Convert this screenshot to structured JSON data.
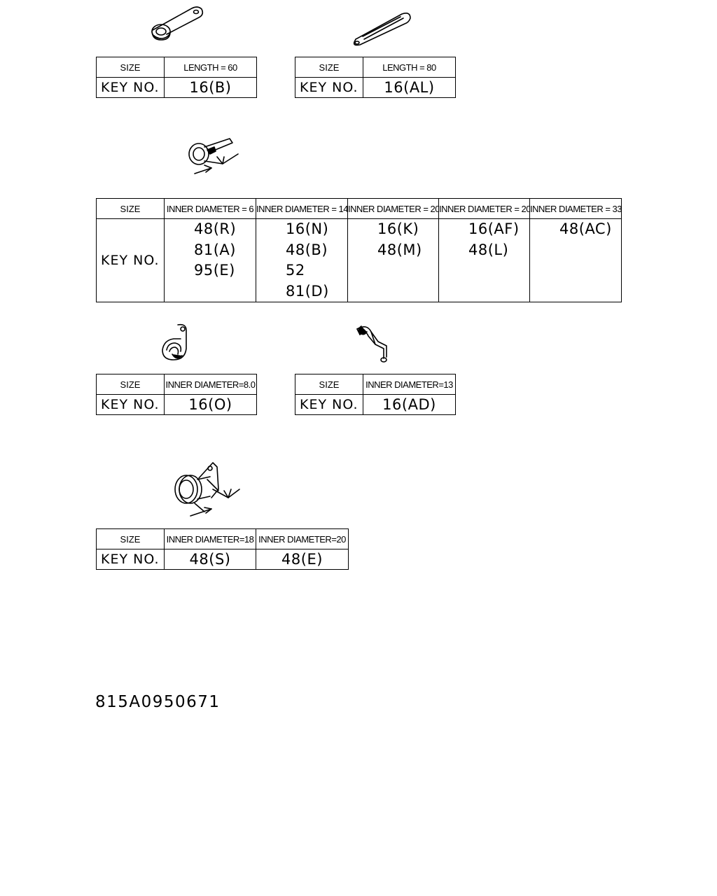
{
  "groups": [
    {
      "tables": [
        {
          "size_label": "SIZE",
          "key_label": "KEY NO.",
          "sizes": [
            "LENGTH = 60"
          ],
          "keys": [
            "16(B)"
          ]
        },
        {
          "size_label": "SIZE",
          "key_label": "KEY NO.",
          "sizes": [
            "LENGTH = 80"
          ],
          "keys": [
            "16(AL)"
          ]
        }
      ]
    },
    {
      "tables": [
        {
          "size_label": "SIZE",
          "key_label": "KEY NO.",
          "sizes": [
            "INNER DIAMETER = 6",
            "INNER DIAMETER = 14",
            "INNER DIAMETER = 20",
            "INNER DIAMETER = 20",
            "INNER DIAMETER = 33"
          ],
          "keys": [
            [
              "48(R)",
              "81(A)",
              "95(E)"
            ],
            [
              "16(N)",
              "48(B)",
              "52",
              "81(D)"
            ],
            [
              "16(K)",
              "48(M)"
            ],
            [
              "16(AF)",
              "48(L)"
            ],
            [
              "48(AC)"
            ]
          ]
        }
      ]
    },
    {
      "tables": [
        {
          "size_label": "SIZE",
          "key_label": "KEY NO.",
          "sizes": [
            "INNER DIAMETER=8.0"
          ],
          "keys": [
            "16(O)"
          ]
        },
        {
          "size_label": "SIZE",
          "key_label": "KEY NO.",
          "sizes": [
            "INNER DIAMETER=13"
          ],
          "keys": [
            "16(AD)"
          ]
        }
      ]
    },
    {
      "tables": [
        {
          "size_label": "SIZE",
          "key_label": "KEY NO.",
          "sizes": [
            "INNER DIAMETER=18",
            "INNER DIAMETER=20"
          ],
          "keys": [
            "48(S)",
            "48(E)"
          ]
        }
      ]
    }
  ],
  "figures": [
    {
      "icon": "clamp-eyelet-icon"
    },
    {
      "icon": "clamp-strap-icon"
    },
    {
      "icon": "hose-clamp-dimension-icon"
    },
    {
      "icon": "p-clip-icon"
    },
    {
      "icon": "bracket-clip-icon"
    },
    {
      "icon": "bracket-grommet-clamp-icon"
    }
  ],
  "drawing_code": "815A0950671"
}
